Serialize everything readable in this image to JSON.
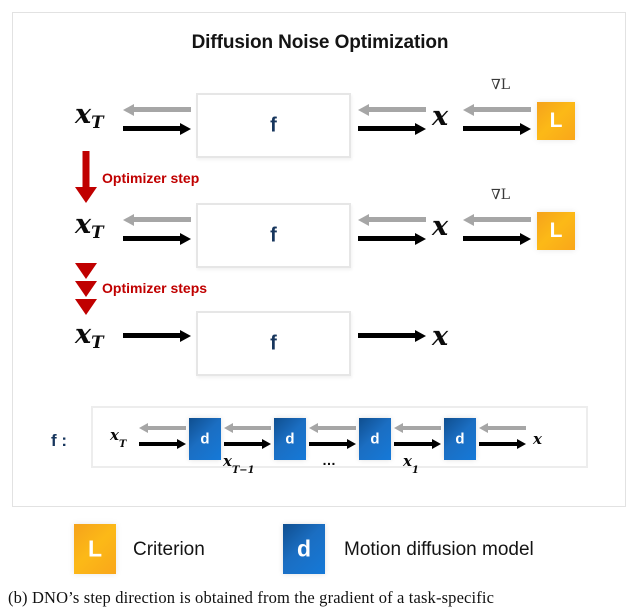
{
  "figure": {
    "title": "Diffusion Noise Optimization",
    "caption": "(b) DNO’s step direction is obtained from the gradient of a task-specific"
  },
  "colors": {
    "criterion_box": "#f9a61a",
    "diffusion_box": "#1579d8",
    "optimizer_red": "#c00000",
    "f_label_blue": "#17365d",
    "forward_arrow": "#000000",
    "backward_arrow": "#a6a6a6",
    "panel_border": "#e2e2e2"
  },
  "rows": [
    {
      "id": "row-1",
      "input_label": "x",
      "input_sub": "T",
      "model_label": "f",
      "output_label": "x",
      "gradient_label": "∇L",
      "criterion_label": "L",
      "has_backward": true,
      "has_criterion": true
    },
    {
      "id": "row-2",
      "input_label": "x",
      "input_sub": "T",
      "model_label": "f",
      "output_label": "x",
      "gradient_label": "∇L",
      "criterion_label": "L",
      "has_backward": true,
      "has_criterion": true
    },
    {
      "id": "row-3",
      "input_label": "x",
      "input_sub": "T",
      "model_label": "f",
      "output_label": "x",
      "gradient_label": "",
      "criterion_label": "",
      "has_backward": false,
      "has_criterion": false
    }
  ],
  "optimizer": {
    "single_step_label": "Optimizer step",
    "multi_step_label": "Optimizer steps"
  },
  "expansion": {
    "f_label": "f :",
    "input_label": "x",
    "input_sub": "T",
    "output_label": "x",
    "node_label": "d",
    "nodes": [
      "d",
      "d",
      "d",
      "d"
    ],
    "intermediate_labels": [
      {
        "base": "x",
        "sub": "T−1"
      },
      {
        "base": "…",
        "sub": ""
      },
      {
        "base": "x",
        "sub": "1"
      }
    ]
  },
  "legend": [
    {
      "swatch": "L",
      "label": "Criterion",
      "kind": "criterion"
    },
    {
      "swatch": "d",
      "label": "Motion diffusion model",
      "kind": "diffusion"
    }
  ]
}
